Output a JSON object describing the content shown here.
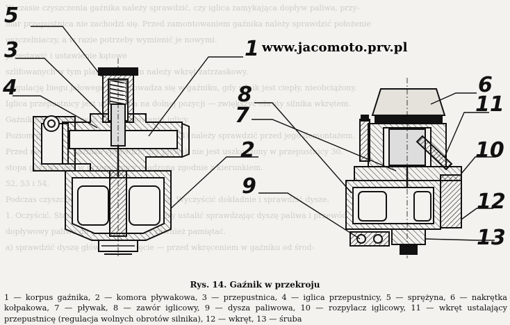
{
  "watermark_url": "www.jacomoto.prv.pl",
  "callouts": {
    "n1": "1",
    "n2": "2",
    "n3": "3",
    "n4": "4",
    "n5": "5",
    "n6": "6",
    "n7": "7",
    "n8": "8",
    "n9": "9",
    "n10": "10",
    "n11": "11",
    "n12": "12",
    "n13": "13"
  },
  "figure_title": "Rys. 14. Gaźnik w przekroju",
  "figure_caption": "1 — korpus gaźnika, 2 — komora pływakowa, 3 — przepustnica, 4 — iglica przepustnicy, 5 — sprężyna, 6 — nakrętka kołpakowa, 7 — pływak, 8 — zawór iglicowy, 9 — dysza paliwowa, 10 — rozpylacz iglicowy, 11 — wkręt ustalający przepustnicę (regulacja wolnych obrotów silnika), 12 — wkręt, 13 — śruba",
  "bleed_through_text": [
    "W czasie czyszczenia gaźnika należy sprawdzić, czy iglica zamykająca dopływ paliwa, przy-",
    "mar przepustnica nie zachodzi się. Przed zamontowaniem gaźnika należy sprawdzić położenie",
    "uszczelniaczy, a w razie potrzeby wymienić je nowymi.",
    "przestawić i ustawienie kątowe",
    "szlifowanych w tym planie, po czym należy wkręt zatrzaskowy.",
    "Regulację biegu jałowego przeprowadza się w gaźniku, gdy silnik jest ciepły, nieobciążony.",
    "Iglica przepustnicy jest ustawiona na dolnej pozycji — zwiększyć obroty silnika wkrętem.",
    "Gaźnik należy stosować na dostosowaniu iglicy.",
    "Poziom paliwa w komorze pływakowej (rys. 14) należy sprawdzić przed jego demontażem.",
    "Przed montażem gaźnika sprawdzić czy pływak nie jest uszkodzony w przepustnicy 30.",
    "stopa gaźnika jest w przepustnicy osadzona zgodnie z kierunkiem.",
    "52, 53 i 54.",
    "Podczas czyszczenia oczyścić przepustnicę. Wyczyścić dokładnie i sprawdzić dysze.",
    "",
    "1. Oczyścić. Stan techniczny gaźnika należy ustalić sprawdzając dyszę paliwa i przewód",
    "dopływowy paliwa do gaźnika. Należy również pamiętać.",
    "a) sprawdzić dyszę główną na wkręcie — przed wkręceniem w gaźniku od środ-"
  ]
}
